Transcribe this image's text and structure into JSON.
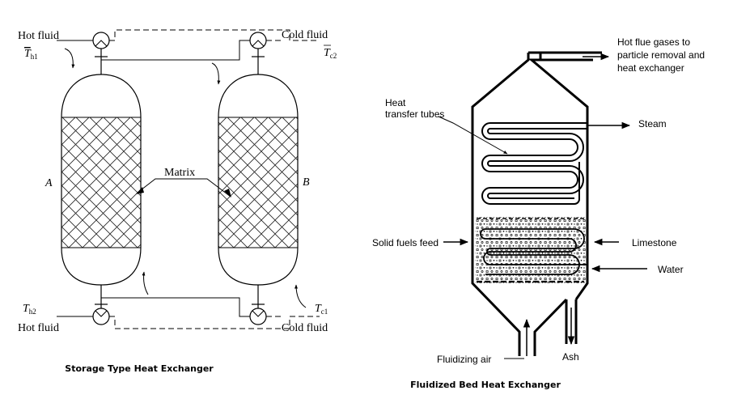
{
  "storage": {
    "hot_fluid_top": "Hot fluid",
    "th1_main": "T",
    "th1_sub": "h1",
    "cold_fluid_top": "Cold fluid",
    "tc2_main": "T",
    "tc2_sub": "c2",
    "label_a": "A",
    "label_b": "B",
    "matrix": "Matrix",
    "th2_main": "T",
    "th2_sub": "h2",
    "hot_fluid_bottom": "Hot fluid",
    "tc1_main": "T",
    "tc1_sub": "c1",
    "cold_fluid_bottom": "Cold fluid",
    "caption": "Storage Type Heat Exchanger"
  },
  "fluidized": {
    "flue_line1": "Hot flue gases to",
    "flue_line2": "particle removal and",
    "flue_line3": "heat exchanger",
    "tubes_line1": "Heat",
    "tubes_line2": "transfer tubes",
    "steam": "Steam",
    "solid_feed": "Solid fuels feed",
    "limestone": "Limestone",
    "water": "Water",
    "fluidizing_air": "Fluidizing air",
    "ash": "Ash",
    "caption": "Fluidized Bed Heat Exchanger"
  }
}
